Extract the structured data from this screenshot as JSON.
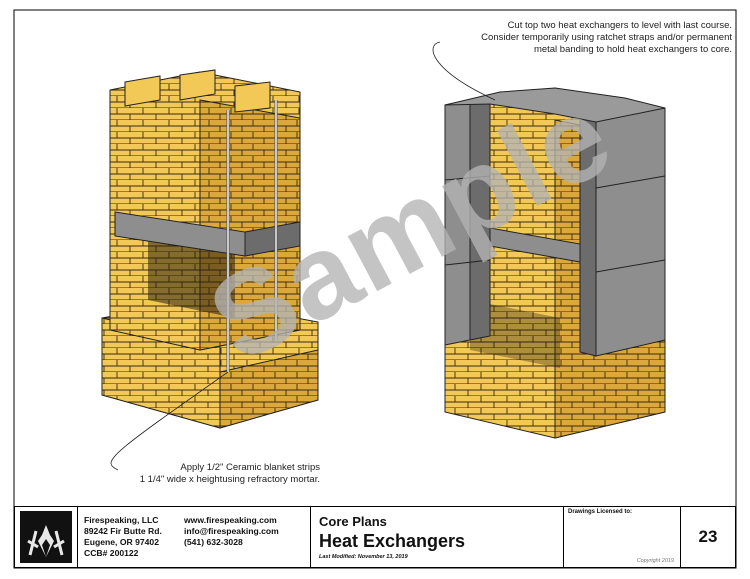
{
  "notes": {
    "top": [
      "Cut top two heat exchangers to level with last course.",
      "Consider temporarily using ratchet straps and/or permanent",
      "metal banding to hold heat exchangers to core."
    ],
    "bottom": [
      "Apply 1/2\" Ceramic blanket strips",
      "1 1/4\" wide x heightusing refractory mortar."
    ]
  },
  "watermark": "Sample",
  "titleblock": {
    "company": [
      "Firespeaking, LLC",
      "89242 Fir Butte Rd.",
      "Eugene, OR 97402",
      "CCB# 200122"
    ],
    "contact": [
      "www.firespeaking.com",
      "info@firespeaking.com",
      "(541) 632-3028"
    ],
    "subtitle": "Core Plans",
    "title": "Heat Exchangers",
    "last_modified": "Last Modified: November 13, 2019",
    "licensed_label": "Drawings Licensed to:",
    "copyright": "Copyright 2019",
    "page_number": "23"
  },
  "colors": {
    "brick": "#f2c957",
    "brick_dark": "#d9a93a",
    "exchanger": "#8e8e8e",
    "exchanger_dark": "#6c6c6c"
  }
}
